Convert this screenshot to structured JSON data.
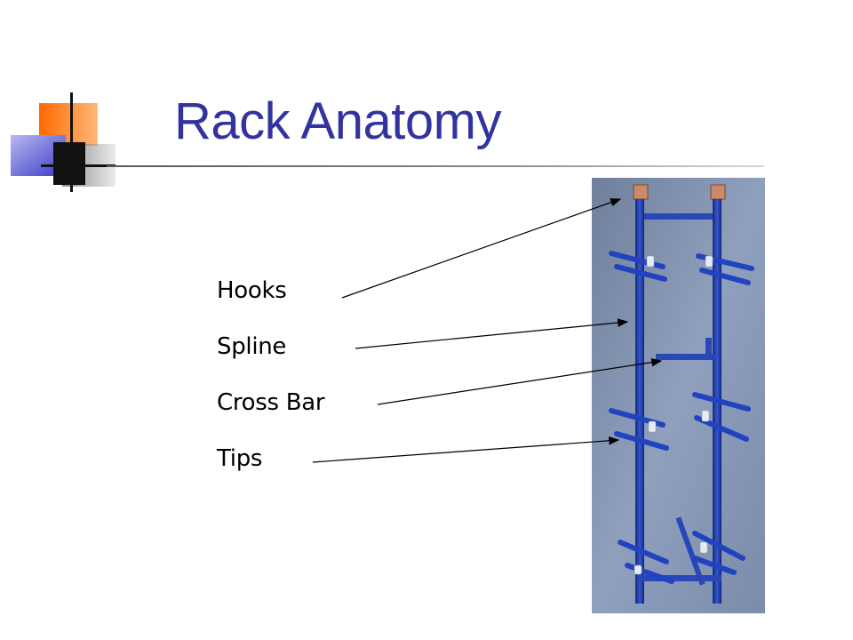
{
  "slide": {
    "title": "Rack Anatomy",
    "labels": [
      "Hooks",
      "Spline",
      "Cross Bar",
      "Tips"
    ]
  },
  "colors": {
    "title": "#3333a0",
    "accent_orange": "#ff6600",
    "accent_blue": "#4a4ad0",
    "rack_blue": "#1f3aa8",
    "photo_backdrop": "#8c9cb8"
  },
  "image": {
    "subject": "blue-painted-metal-rack-photo"
  }
}
